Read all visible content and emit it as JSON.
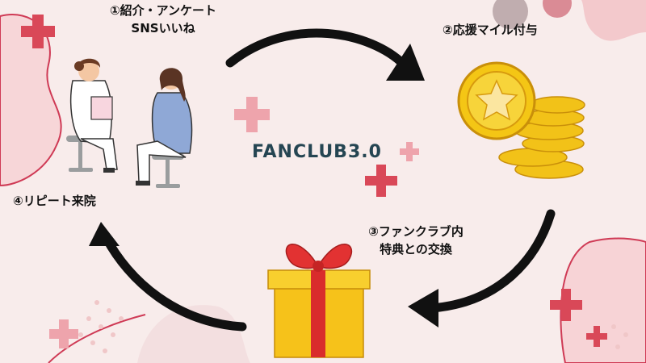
{
  "title": "FANCLUB3.0",
  "steps": {
    "step1_line1": "①紹介・アンケート",
    "step1_line2": "SNSいいね",
    "step2": "②応援マイル付与",
    "step3_line1": "③ファンクラブ内",
    "step3_line2": "特典との交換",
    "step4": "④リピート来院"
  },
  "colors": {
    "background": "#f8eceb",
    "cross_red": "#d94858",
    "cross_pink": "#eea4ac",
    "arrow": "#111111",
    "gift_yellow": "#f6c21a",
    "ribbon_red": "#d92c2c",
    "coin_gold": "#f2c218",
    "title_color": "#254552"
  },
  "icons": [
    "doctor-patient-illustration",
    "gold-coins-icon",
    "gift-box-icon",
    "medical-cross-icon"
  ]
}
